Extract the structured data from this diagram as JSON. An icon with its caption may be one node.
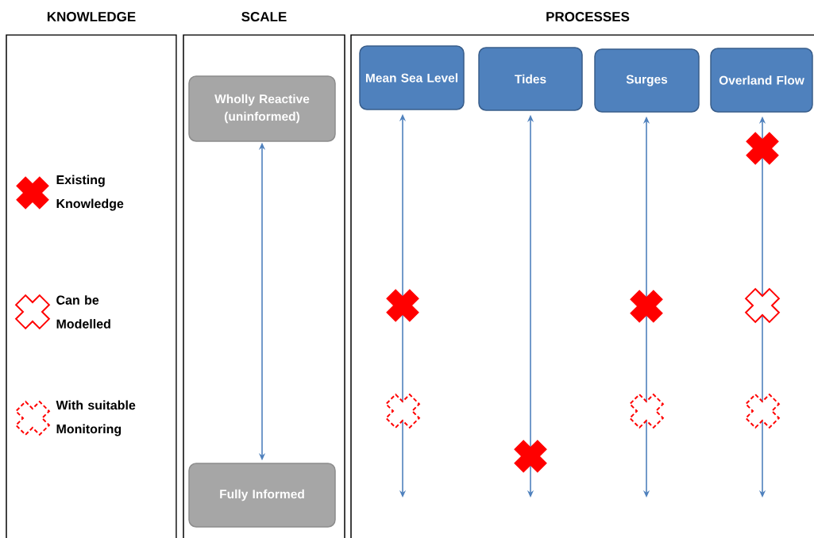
{
  "diagram": {
    "nodes": [
      {
        "text": [
          "KNOWLEDGE"
        ]
      },
      {
        "text": [
          "SCALE"
        ]
      },
      {
        "text": [
          "PROCESSES"
        ]
      },
      {
        "text": [
          "Wholly Reactive (uninformed)"
        ],
        "in": 1
      },
      {
        "text": [
          "Fully Informed"
        ],
        "in": 1
      },
      {
        "text": [
          "Mean Sea Level"
        ],
        "in": 2
      },
      {
        "text": [
          "Tides"
        ],
        "in": 2
      },
      {
        "text": [
          "Surges"
        ],
        "in": 2
      },
      {
        "text": [
          "Overland Flow"
        ],
        "in": 2
      }
    ],
    "edges": [
      {
        "from": 3,
        "to": 4,
        "arrow": "both"
      },
      {
        "from": 5,
        "to": null,
        "arrow": "both"
      },
      {
        "from": 6,
        "to": null,
        "arrow": "both"
      },
      {
        "from": 7,
        "to": null,
        "arrow": "both"
      },
      {
        "from": 8,
        "to": null,
        "arrow": "both"
      }
    ],
    "legend": [
      {
        "text": "Existing Knowledge"
      },
      {
        "text": "Can be Modelled"
      },
      {
        "text": "With suitable Monitoring"
      }
    ]
  }
}
